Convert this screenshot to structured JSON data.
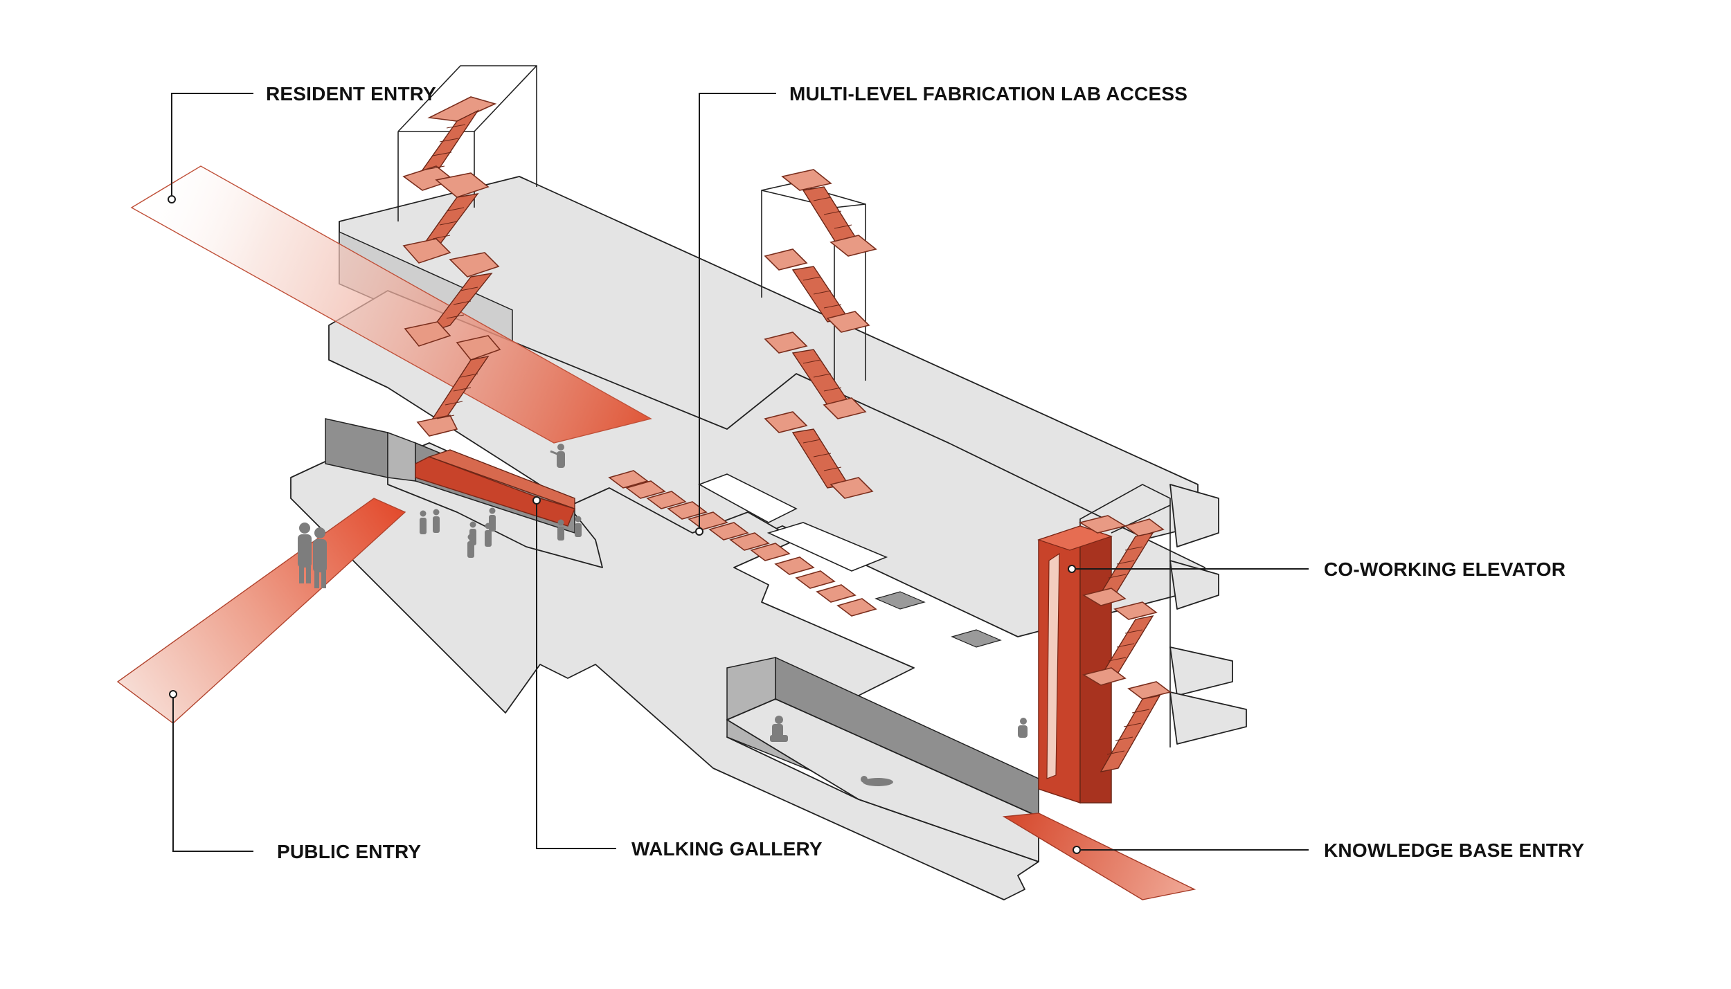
{
  "labels": {
    "resident_entry": "RESIDENT ENTRY",
    "fabrication_lab_access": "MULTI-LEVEL FABRICATION LAB ACCESS",
    "coworking_elevator": "CO-WORKING ELEVATOR",
    "public_entry": "PUBLIC ENTRY",
    "walking_gallery": "WALKING GALLERY",
    "knowledge_base_entry": "KNOWLEDGE BASE ENTRY"
  },
  "colors": {
    "accent_red": "#c8432a",
    "accent_light": "#e89a84",
    "slab_grey": "#e4e4e4",
    "wall_grey": "#8f8f8f",
    "line": "#1a1a1a"
  }
}
